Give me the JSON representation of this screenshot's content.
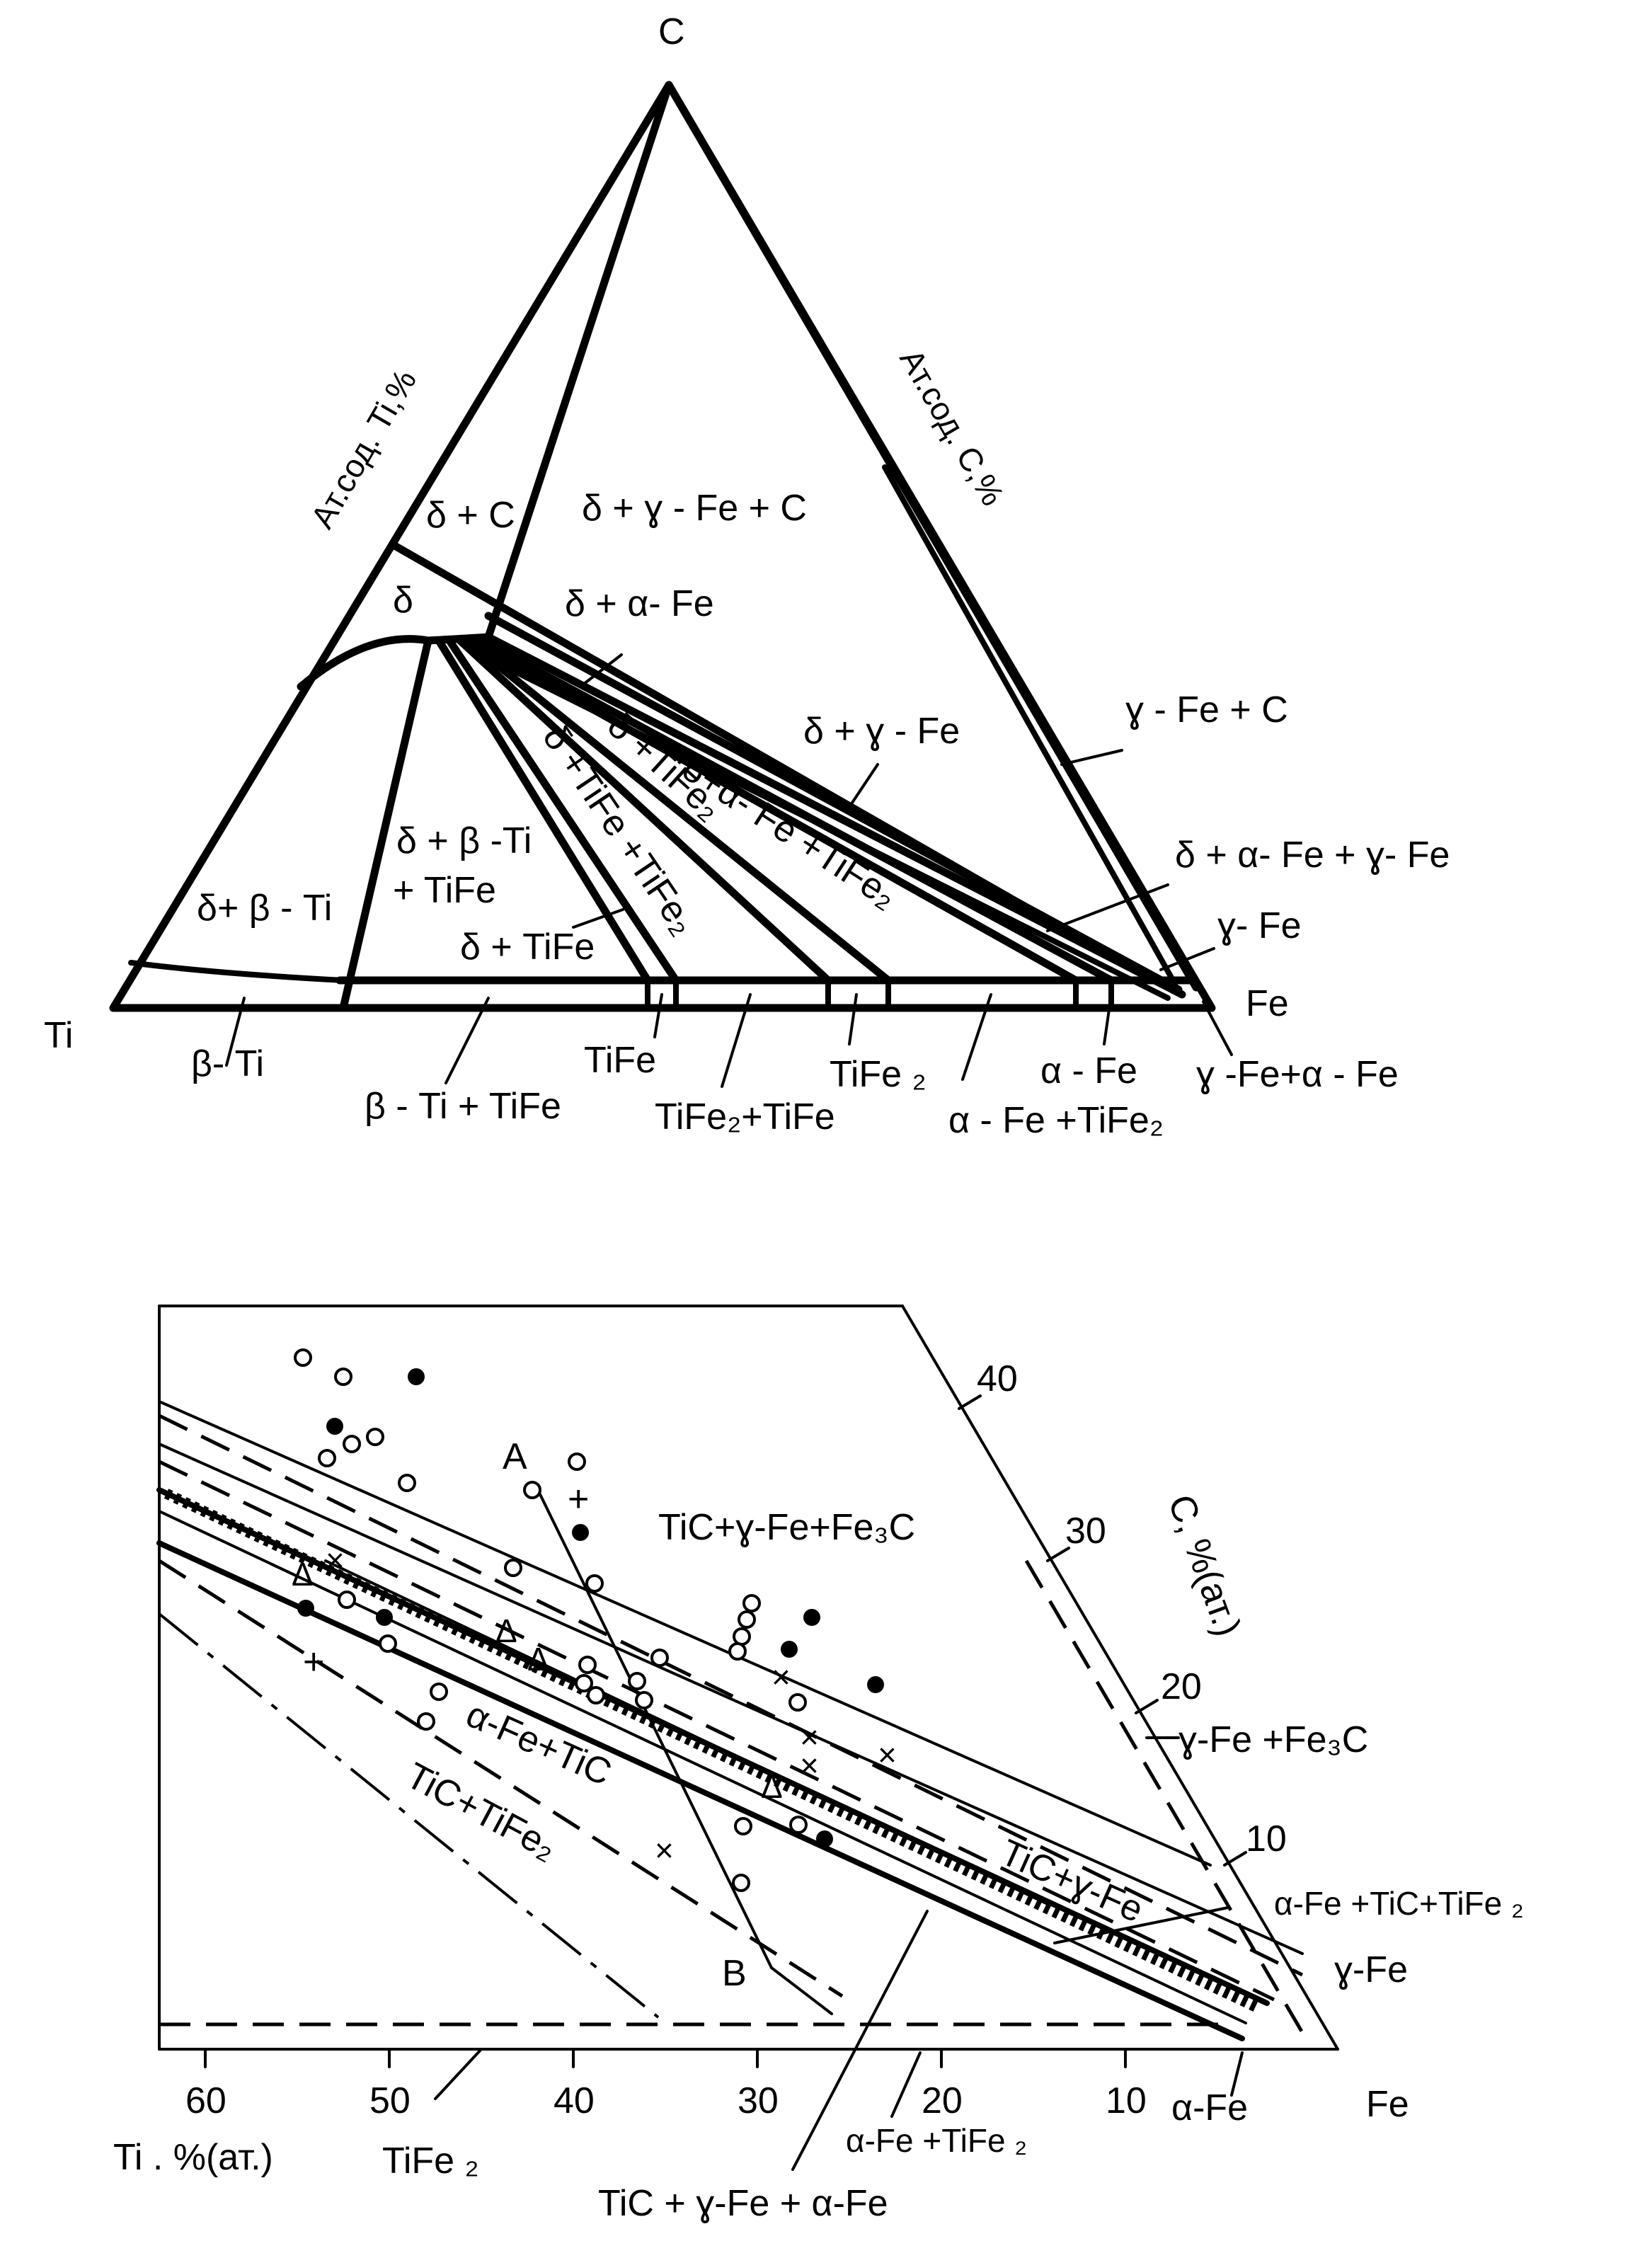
{
  "top_diagram": {
    "vertices": {
      "c": "C",
      "ti": "Ti",
      "fe": "Fe"
    },
    "axis_labels": {
      "left": "Ат.сод. Ti,%",
      "right": "Ат.сод. C,%"
    },
    "phase_labels": {
      "delta_c": "δ + C",
      "delta_gamma_c": "δ + ɣ - Fe + C",
      "delta": "δ",
      "delta_alpha": "δ + α- Fe",
      "delta_gamma": "δ + ɣ - Fe",
      "gamma_c": "ɣ - Fe + C",
      "delta_beta_line1": "δ + β -Ti",
      "delta_beta_line2": "+ TiFe",
      "delta_beta_ti": "δ+ β - Ti",
      "delta_tife": "δ + TiFe",
      "delta_tife_tife2": "δ +TiFe +TiFe₂",
      "delta_tife2": "δ +TiFe₂",
      "delta_alpha_tife2": "δ+α- Fe +TiFe₂",
      "delta_alpha_gamma": "δ + α- Fe + ɣ- Fe",
      "gamma_fe": "ɣ- Fe",
      "beta_ti": "β- Ti",
      "beta_ti_tife": "β - Ti + TiFe",
      "tife": "TiFe",
      "tife2_tife": "TiFe₂+TiFe",
      "tife2": "TiFe ₂",
      "alpha_fe": "α - Fe",
      "alpha_tife2": "α - Fe +TiFe₂",
      "gamma_alpha": "ɣ -Fe+α - Fe"
    }
  },
  "bottom_diagram": {
    "axis_ticks": {
      "ti": [
        "60",
        "50",
        "40",
        "30",
        "20",
        "10"
      ],
      "c": [
        "40",
        "30",
        "20",
        "10"
      ]
    },
    "axis_labels": {
      "ti": "Ti . %(ат.)",
      "c": "C, %(ат.)",
      "fe": "Fe"
    },
    "points": {
      "a": "A",
      "b": "B"
    },
    "phase_labels": {
      "tic_gamma_fe3c": "TiC+ɣ-Fe+Fe₃C",
      "gamma_fe3c": "ɣ-Fe +Fe₃C",
      "alpha_tic": "α-Fe+TiC",
      "tic_tife2": "TiC+TiFe₂",
      "tic_gamma": "TiC+ɣ-Fe",
      "alpha_tic_tife2": "α-Fe +TiC+TiFe ₂",
      "gamma_fe": "ɣ-Fe",
      "alpha_fe": "α-Fe",
      "tife2": "TiFe ₂",
      "alpha_tife2": "α-Fe +TiFe ₂",
      "tic_gamma_alpha": "TiC + ɣ-Fe + α-Fe"
    }
  }
}
